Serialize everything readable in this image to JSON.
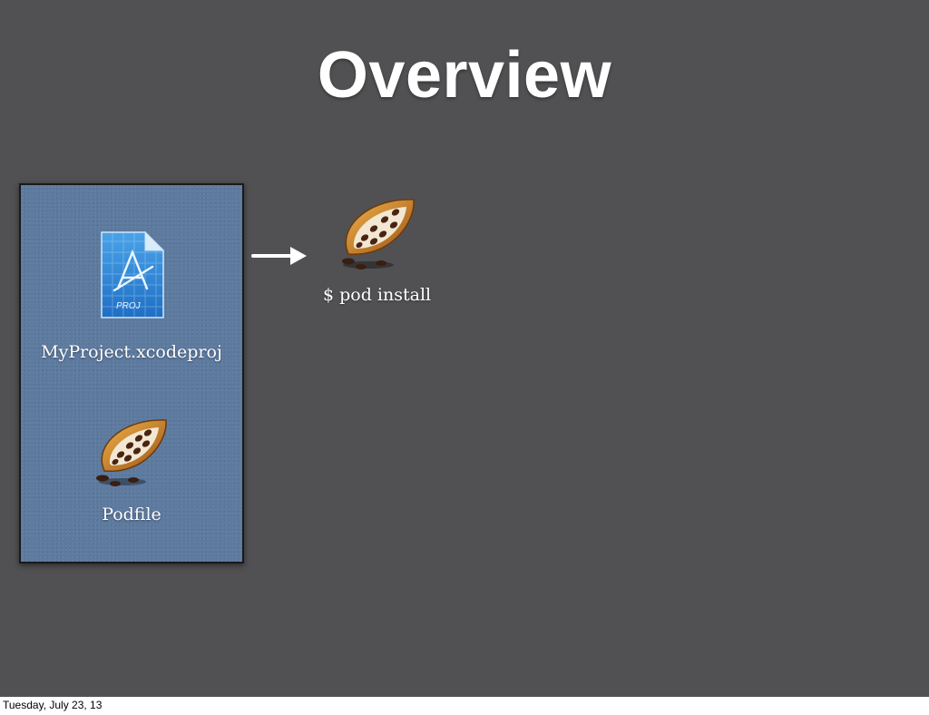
{
  "slide": {
    "title": "Overview",
    "background_color": "#515153"
  },
  "finder_window": {
    "files": [
      {
        "name": "MyProject.xcodeproj",
        "icon": "xcodeproj-file-icon"
      },
      {
        "name": "Podfile",
        "icon": "cocoapod-icon"
      }
    ]
  },
  "action": {
    "arrow_icon": "right-arrow-icon",
    "icon": "cocoapod-icon",
    "command": "$ pod install"
  },
  "footer": {
    "date": "Tuesday, July 23, 13"
  }
}
